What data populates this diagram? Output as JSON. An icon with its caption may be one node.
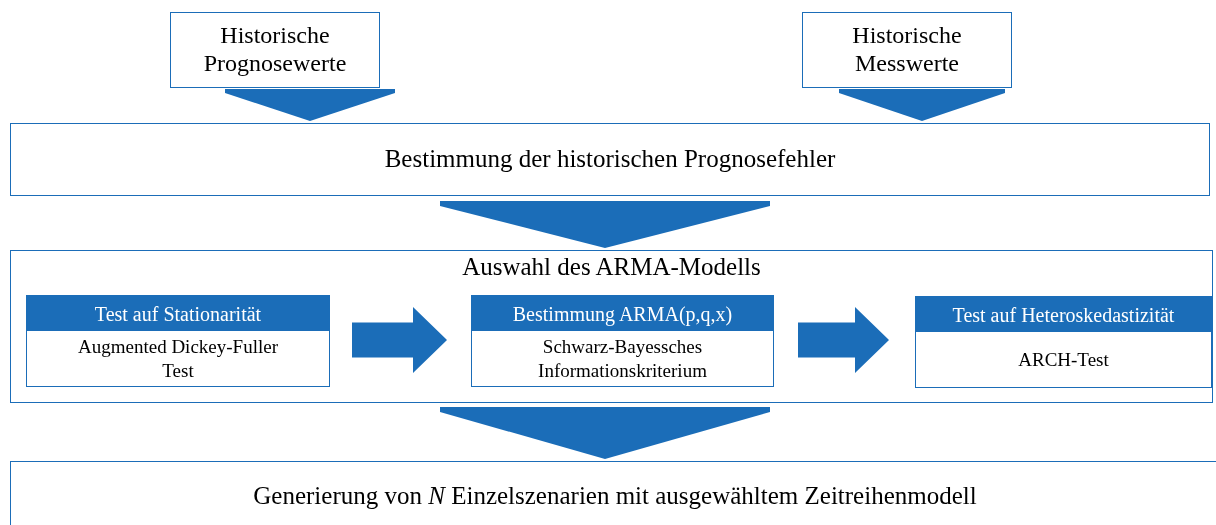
{
  "diagram": {
    "nodes": [
      {
        "text": [
          "Historische Prognosewerte"
        ]
      },
      {
        "text": [
          "Historische Messwerte"
        ]
      },
      {
        "text": [
          "Bestimmung der historischen Prognosefehler"
        ]
      },
      {
        "text": [
          "Auswahl des ARMA-Modells"
        ]
      },
      {
        "text": [
          "Test auf Stationarität",
          "Augmented Dickey-Fuller Test"
        ],
        "in": 3
      },
      {
        "text": [
          "Bestimmung  ARMA(p,q,x)",
          "Schwarz-Bayessches Informationskriterium"
        ],
        "in": 3
      },
      {
        "text": [
          "Test auf Heteroskedastizität",
          "ARCH-Test"
        ],
        "in": 3
      },
      {
        "text": [
          "Generierung von *N* Einzelszenarien mit ausgewähltem Zeitreihenmodell"
        ]
      }
    ],
    "edges": [
      {
        "from": 0,
        "to": 2,
        "arrow": "to"
      },
      {
        "from": 1,
        "to": 2,
        "arrow": "to"
      },
      {
        "from": 2,
        "to": 3,
        "arrow": "to"
      },
      {
        "from": 4,
        "to": 5,
        "arrow": "to"
      },
      {
        "from": 5,
        "to": 6,
        "arrow": "to"
      },
      {
        "from": 3,
        "to": 7,
        "arrow": "to"
      }
    ]
  }
}
